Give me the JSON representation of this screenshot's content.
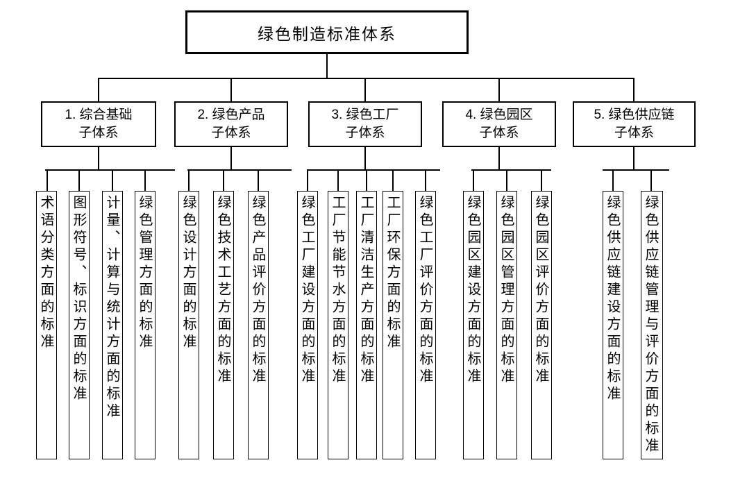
{
  "diagram": {
    "root_label": "绿色制造标准体系",
    "subsystems": [
      {
        "label": "1. 综合基础\n子体系",
        "children": [
          "术语分类方面的标准",
          "图形符号、标识方面的标准",
          "计量、计算与统计方面的标准",
          "绿色管理方面的标准"
        ]
      },
      {
        "label": "2. 绿色产品\n子体系",
        "children": [
          "绿色设计方面的标准",
          "绿色技术工艺方面的标准",
          "绿色产品评价方面的标准"
        ]
      },
      {
        "label": "3. 绿色工厂\n子体系",
        "children": [
          "绿色工厂建设方面的标准",
          "工厂节能节水方面的标准",
          "工厂清洁生产方面的标准",
          "工厂环保方面的标准",
          "绿色工厂评价方面的标准"
        ]
      },
      {
        "label": "4. 绿色园区\n子体系",
        "children": [
          "绿色园区建设方面的标准",
          "绿色园区管理方面的标准",
          "绿色园区评价方面的标准"
        ]
      },
      {
        "label": "5. 绿色供应链\n子体系",
        "children": [
          "绿色供应链建设方面的标准",
          "绿色供应链管理与评价方面的标准"
        ]
      }
    ],
    "colors": {
      "line": "#000000",
      "box_border": "#000000",
      "background": "#ffffff",
      "text": "#000000"
    }
  }
}
